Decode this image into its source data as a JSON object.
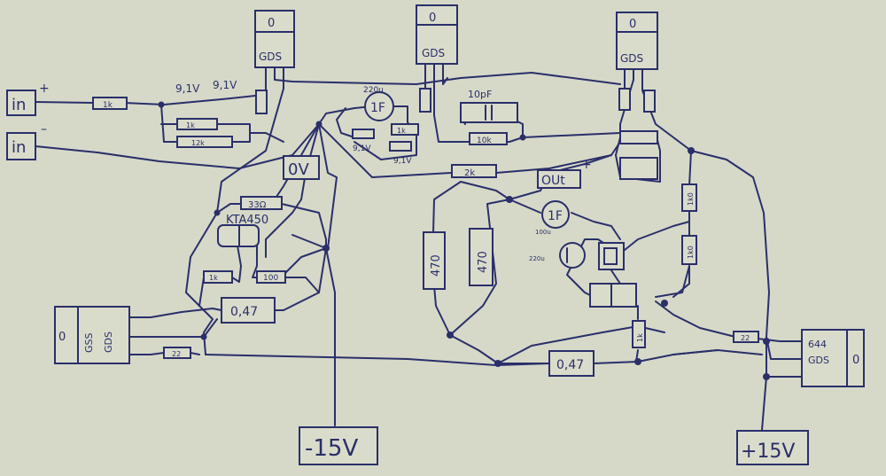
{
  "terminals": {
    "in_plus": "in",
    "in_plus_sign": "+",
    "in_minus": "in",
    "in_minus_sign": "–",
    "ground": "0V",
    "out": "OUt",
    "out_sign": "+",
    "neg_supply": "-15V",
    "pos_supply": "+15V"
  },
  "transistors": {
    "top1_pins": "GDS",
    "top2_pins": "GDS",
    "top3_pins": "GDS",
    "left_power_pins": "GDS",
    "left_power_code": "GSS",
    "right_power_pins": "GDS",
    "right_power_code": "644",
    "mark": "0"
  },
  "components": {
    "r_input": "1k",
    "v1": "9,1V",
    "v2": "9,1V",
    "r_pair_top": "1k",
    "r_pair_bottom": "12k",
    "cap_top": "220u",
    "cap_1f": "1F",
    "z_left": "9,1V",
    "z_right": "9,1V",
    "r_1k_mid": "1k",
    "cap_10pf": "10pF",
    "r_10k": "10k",
    "r_2k": "2k",
    "r_33": "33Ω",
    "ic_label": "KTA450",
    "r_1k_lower": "1k",
    "r_100": "100",
    "r_047_left": "0,47",
    "r_sense_small": "22",
    "r_470_a": "470",
    "r_470_b": "470",
    "cap_1f_out": "1F",
    "cap_small_label": "100u",
    "cap_220_label": "220u",
    "r_047_right": "0,47",
    "r_right_small": "22",
    "r_right_v1": "1k0",
    "r_right_v2": "1k0",
    "r_small_v": "1k"
  }
}
